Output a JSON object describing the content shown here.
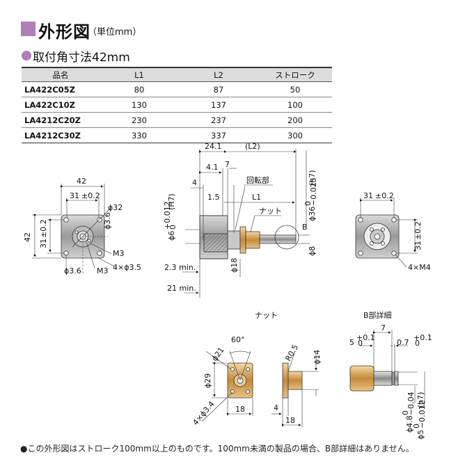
{
  "header": {
    "title": "外形図",
    "unit": "（単位mm）",
    "subtitle": "取付角寸法42mm"
  },
  "table": {
    "columns": [
      "品名",
      "L1",
      "L2",
      "ストローク"
    ],
    "rows": [
      [
        "LA422C05Z",
        "80",
        "87",
        "50"
      ],
      [
        "LA422C10Z",
        "130",
        "137",
        "100"
      ],
      [
        "LA4212C20Z",
        "230",
        "237",
        "200"
      ],
      [
        "LA4212C30Z",
        "330",
        "337",
        "300"
      ]
    ]
  },
  "front_view": {
    "width": "42",
    "height": "42",
    "pitch_x": "31",
    "pitch_x_tol": "±0.2",
    "pitch_y": "31",
    "pitch_y_tol": "±0.2",
    "pcd": "ϕ32",
    "shaft": "ϕ3.6",
    "hole": "4×ϕ3.5",
    "screw_a": "M3",
    "screw_b": "M3",
    "hub": "ϕ3.6"
  },
  "side_view": {
    "dim_24_1": "24.1",
    "dim_l2": "(L2)",
    "dim_4_1": "4.1",
    "dim_7": "7",
    "dim_4": "4",
    "dim_1_5": "1.5",
    "dim_l1": "L1",
    "phi6": "ϕ6",
    "phi6_tol_top": "+0.012",
    "phi6_tol_bot": "0",
    "phi6_fit": "(H7)",
    "phi36": "ϕ36",
    "phi36_tol_top": "0",
    "phi36_tol_bot": "−0.025",
    "phi36_fit": "(h7)",
    "rotor_label": "回転部",
    "nut_label": "ナット",
    "b_label": "B",
    "phi8": "ϕ8",
    "phi18": "ϕ18",
    "dim_2_3min": "2.3 min.",
    "dim_21min": "21 min."
  },
  "rear_view": {
    "pitch": "31",
    "pitch_tol": "±0.2",
    "pitch_y": "31",
    "pitch_y_tol": "±0.2",
    "screw": "4×M4"
  },
  "nut_view": {
    "heading": "ナット",
    "angle": "60°",
    "pcd": "ϕ21",
    "flange": "ϕ29",
    "holes": "4×ϕ3.4",
    "width": "18",
    "radius": "R0.5",
    "boss": "ϕ14",
    "thick": "4",
    "length": "18"
  },
  "b_detail": {
    "heading": "B部詳細",
    "dim_7": "7",
    "dim_5": "5",
    "dim_5_tol_top": "+0.1",
    "dim_5_tol_bot": "0",
    "dim_0_7": "0.7",
    "dim_0_7_tol_top": "+0.1",
    "dim_0_7_tol_bot": "0",
    "phi4_8": "ϕ4.8",
    "phi4_8_tol_top": "0",
    "phi4_8_tol_bot": "−0.04",
    "phi5": "ϕ5",
    "phi5_tol_top": "0",
    "phi5_tol_bot": "−0.012",
    "phi5_fit": "(h7)"
  },
  "footnote": "●この外形図はストローク100mm以上のものです。100mm未満の製品の場合、B部詳細はありません。"
}
